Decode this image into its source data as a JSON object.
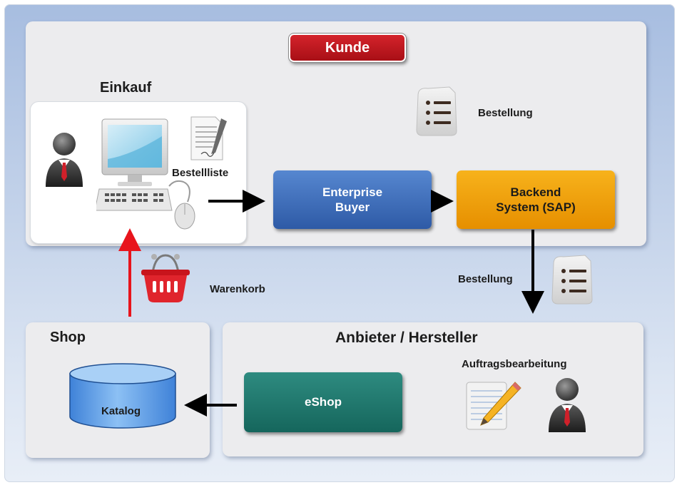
{
  "kunde": "Kunde",
  "einkauf": "Einkauf",
  "bestellliste": "Bestellliste",
  "bestellung_top": "Bestellung",
  "enterprise_buyer": "Enterprise\nBuyer",
  "backend_system": "Backend\nSystem (SAP)",
  "bestellung_mid": "Bestellung",
  "warenkorb": "Warenkorb",
  "shop": "Shop",
  "katalog": "Katalog",
  "anbieter": "Anbieter / Hersteller",
  "auftragsbearbeitung": "Auftragsbearbeitung",
  "eshop": "eShop",
  "colors": {
    "kunde": "#c0171f",
    "enterprise_buyer": "#3f6fbf",
    "backend": "#f5a30c",
    "eshop": "#1e7a6f",
    "red_arrow": "#e8141c",
    "katalog": "#5b9ae6"
  }
}
